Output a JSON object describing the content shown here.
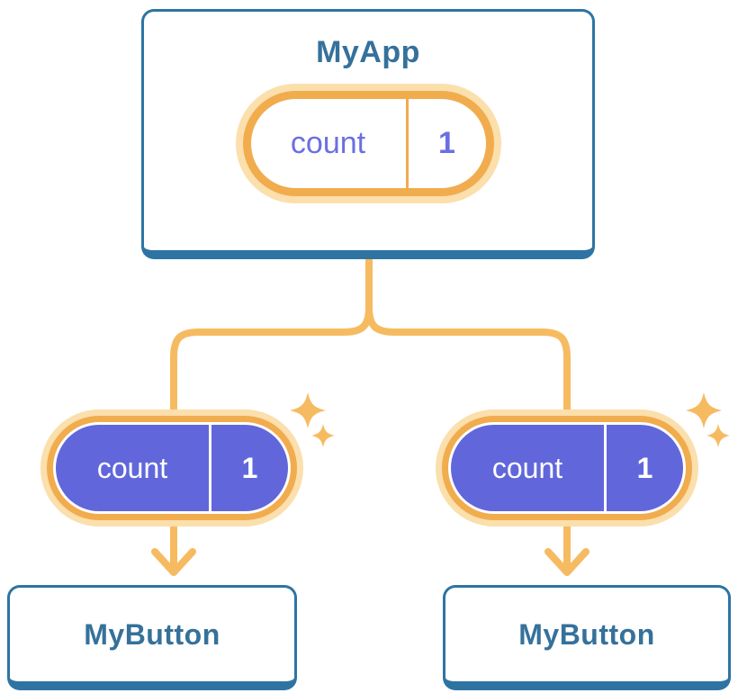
{
  "colors": {
    "card_border_blue": "#2E74A3",
    "label_blue": "#35719B",
    "connector_orange": "#F6BB61",
    "pill_ring_orange": "#F1AC4E",
    "pill_halo_orange": "#FBDFAC",
    "pill_fill_purple": "#6167DB",
    "state_text_purple": "#6B6FE3",
    "card_bg": "#FFFFFF"
  },
  "root_component": {
    "title": "MyApp",
    "state_pill": {
      "name": "count",
      "value": "1"
    }
  },
  "child_pills": [
    {
      "name": "count",
      "value": "1"
    },
    {
      "name": "count",
      "value": "1"
    }
  ],
  "child_components": [
    {
      "title": "MyButton"
    },
    {
      "title": "MyButton"
    }
  ],
  "icons": {
    "sparkle": "four-point-star",
    "arrowhead": "chevron-down"
  }
}
